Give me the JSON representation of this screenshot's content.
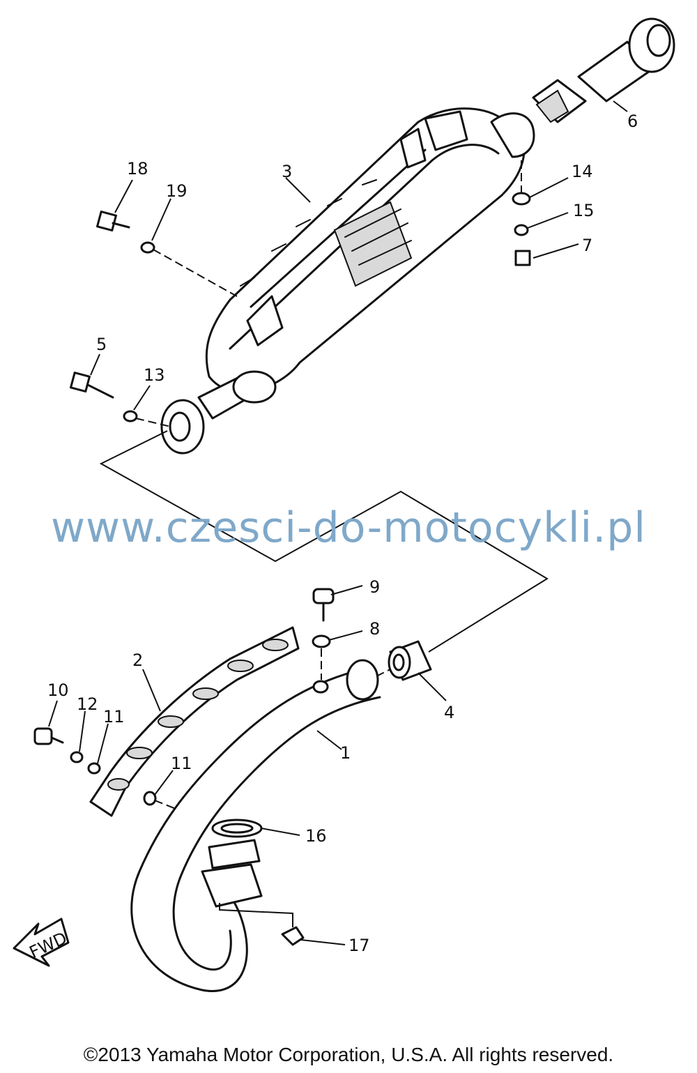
{
  "watermark": "www.czesci-do-motocykli.pl",
  "copyright": "©2013 Yamaha Motor Corporation, U.S.A. All rights reserved.",
  "fwd_label": "FWD",
  "callouts": {
    "p1": "1",
    "p2": "2",
    "p3": "3",
    "p4": "4",
    "p5": "5",
    "p6": "6",
    "p7": "7",
    "p8": "8",
    "p9": "9",
    "p10": "10",
    "p11a": "11",
    "p11b": "11",
    "p12": "12",
    "p13": "13",
    "p14": "14",
    "p15": "15",
    "p16": "16",
    "p17": "17",
    "p18": "18",
    "p19": "19"
  }
}
